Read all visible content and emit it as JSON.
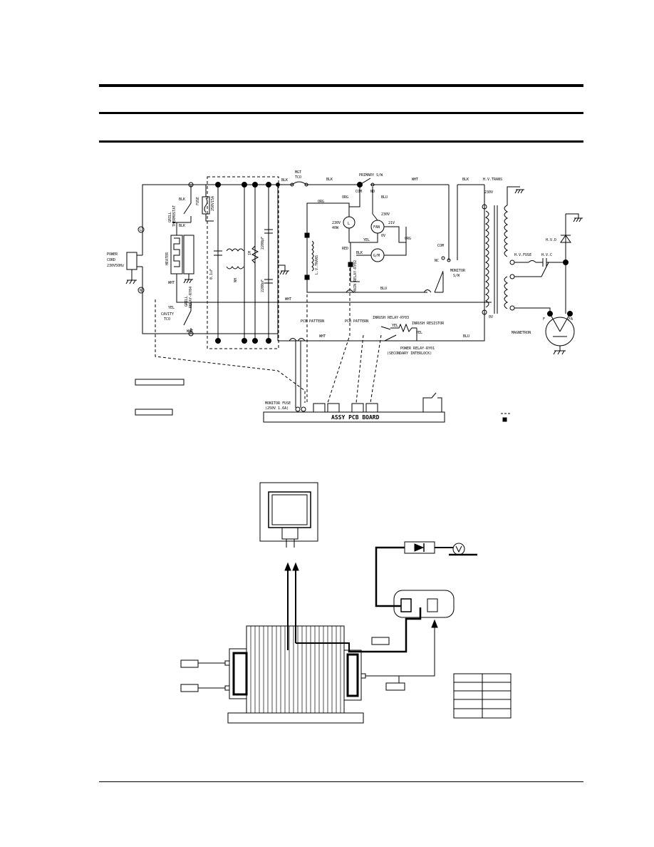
{
  "schematic": {
    "labels": {
      "power_cord": [
        "POWER",
        "CORD",
        "230V50Hz"
      ],
      "line_L": "L",
      "line_N": "N",
      "grill_thermostat": [
        "GRILL",
        "THERMOSTAT"
      ],
      "heater": "HEATER",
      "fuse": "FUSE",
      "fuse_rating": "250V15A",
      "grill_relay": [
        "GRILL",
        "RELAY-RY04"
      ],
      "cavity_tco": [
        "CAVITY",
        "TCO"
      ],
      "cap_01uf": "0.1uF",
      "choke": "NH",
      "res_1m": "1M",
      "cap_2200pf_a": "2200pF",
      "cap_2200pf_b": "2200pF",
      "mgt_tco": [
        "MGT",
        "TCO"
      ],
      "blk": "BLK",
      "wht": "WHT",
      "yel": "YEL",
      "org": "ORG",
      "blu": "BLU",
      "red": "RED",
      "primary_sw": "PRIMARY S/W",
      "com": "COM",
      "no": "NO",
      "nc": "NC",
      "lamp_rating": [
        "230V",
        "40W"
      ],
      "lamp": "L",
      "fan": "FAN",
      "fan_230v": "230V",
      "fan_21v": "21V",
      "fan_0v": "0V",
      "gm": "G/M",
      "lv_trans": "L.V.TRANS",
      "main_relay": "MAIN RELAY-RY02",
      "monitor_sw": [
        "MONITOR",
        "S/W"
      ],
      "hv_trans": "H.V.TRANS",
      "t_230v": "230V",
      "t_0v": "0V",
      "hv_fuse": "H.V.FUSE",
      "hv_c": "H.V.C",
      "hv_d": "H.V.D",
      "magnetron": "MAGNETRON",
      "f": "F",
      "fa": "FA",
      "pcb_pattern_a": "PCB PATTERN",
      "pcb_pattern_b": "PCB PATTERN",
      "inrush_relay": "INRUSH RELAY-RY03",
      "inrush_resistor": "INRUSH RESISTOR",
      "power_relay": "POWER RELAY-RY01",
      "secondary_interlock": "(SECONDARY INTERLOCK)",
      "monitor_fuse": [
        "MONITOR FUSE",
        "(250V 1.6A)"
      ],
      "assy_pcb": "ASSY PCB BOARD"
    }
  }
}
